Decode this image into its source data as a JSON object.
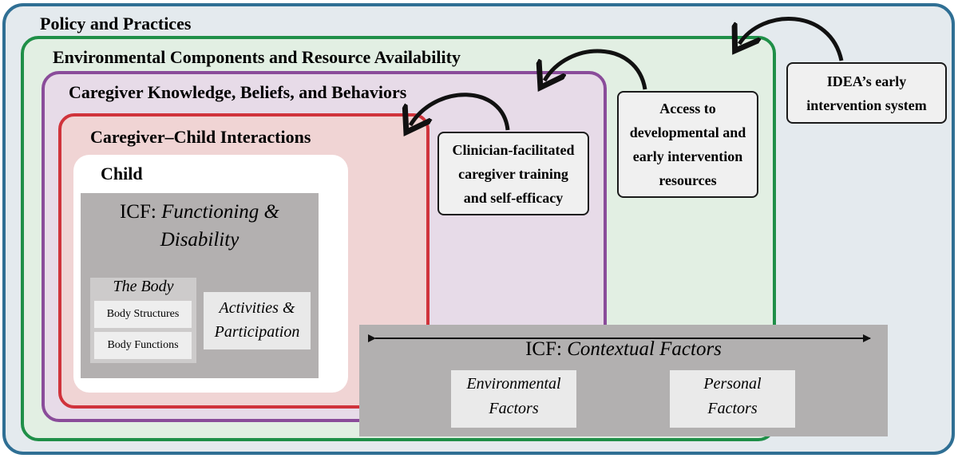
{
  "layers": {
    "policy": "Policy and Practices",
    "environment": "Environmental Components and Resource Availability",
    "caregiver": "Caregiver Knowledge, Beliefs, and Behaviors",
    "interactions": "Caregiver–Child Interactions",
    "child": "Child"
  },
  "icf_functioning": {
    "title_prefix": "ICF: ",
    "title_italic": "Functioning &",
    "title_italic_2": "Disability",
    "body": {
      "title": "The Body",
      "structures": "Body Structures",
      "functions": "Body Functions"
    },
    "activities_1": "Activities &",
    "activities_2": "Participation"
  },
  "icf_context": {
    "title_prefix": "ICF: ",
    "title_italic": "Contextual Factors",
    "environmental_1": "Environmental",
    "environmental_2": "Factors",
    "personal_1": "Personal",
    "personal_2": "Factors"
  },
  "callouts": {
    "idea": [
      "IDEA’s early",
      "intervention system"
    ],
    "access": [
      "Access to",
      "developmental and",
      "early intervention",
      "resources"
    ],
    "clinician": [
      "Clinician-facilitated",
      "caregiver training",
      "and self-efficacy"
    ]
  },
  "colors": {
    "policy_border": "#2f6f94",
    "environment_border": "#1f8f48",
    "caregiver_border": "#8a4c9a",
    "interaction_border": "#d0333b"
  }
}
